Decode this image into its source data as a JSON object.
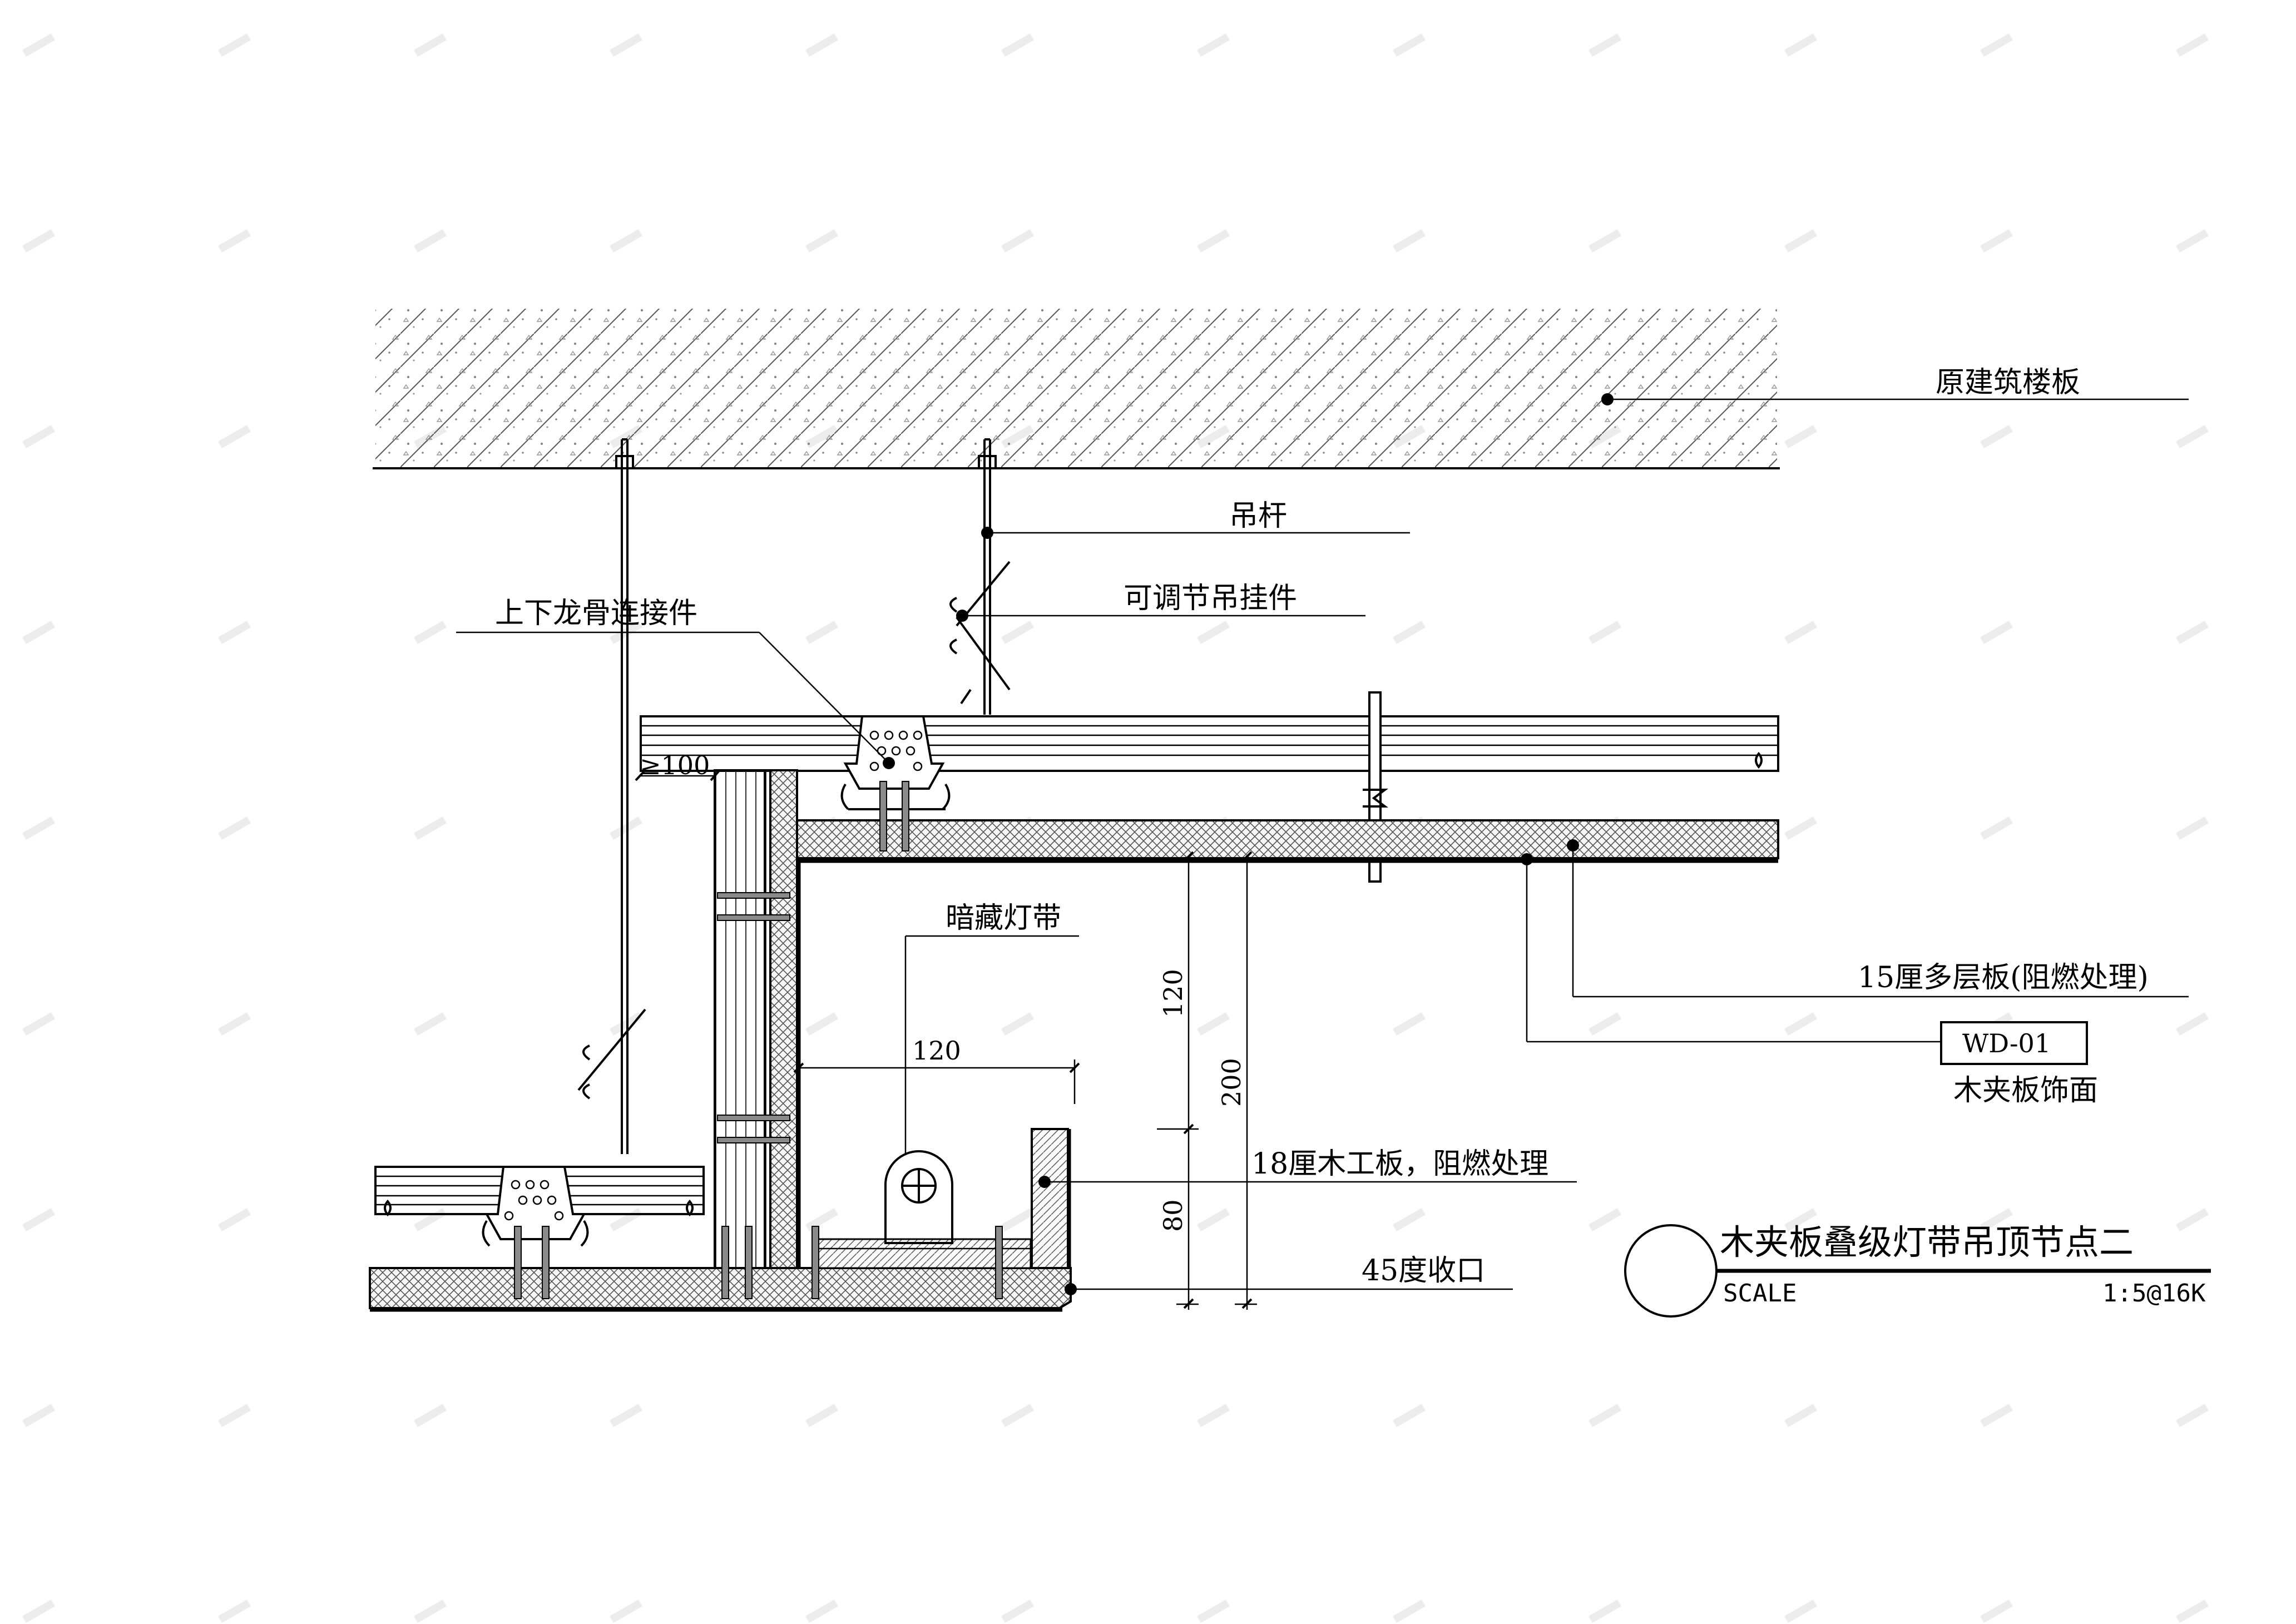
{
  "labels": {
    "floor_slab": "原建筑楼板",
    "hanger_rod": "吊杆",
    "adjustable_hanger": "可调节吊挂件",
    "keel_connector": "上下龙骨连接件",
    "hidden_light_strip": "暗藏灯带",
    "multilayer_board": "15厘多层板(阻燃处理)",
    "wood_veneer_code": "WD-01",
    "wood_veneer_finish": "木夹板饰面",
    "blockboard": "18厘木工板，阻燃处理",
    "edge_finish": "45度收口"
  },
  "dimensions": {
    "clearance": "≥100",
    "light_offset": "120",
    "upper_height": "120",
    "total_height": "200",
    "lower_height": "80"
  },
  "title_block": {
    "title": "木夹板叠级灯带吊顶节点二",
    "scale_label": "SCALE",
    "scale_value": "1:5@16K"
  }
}
